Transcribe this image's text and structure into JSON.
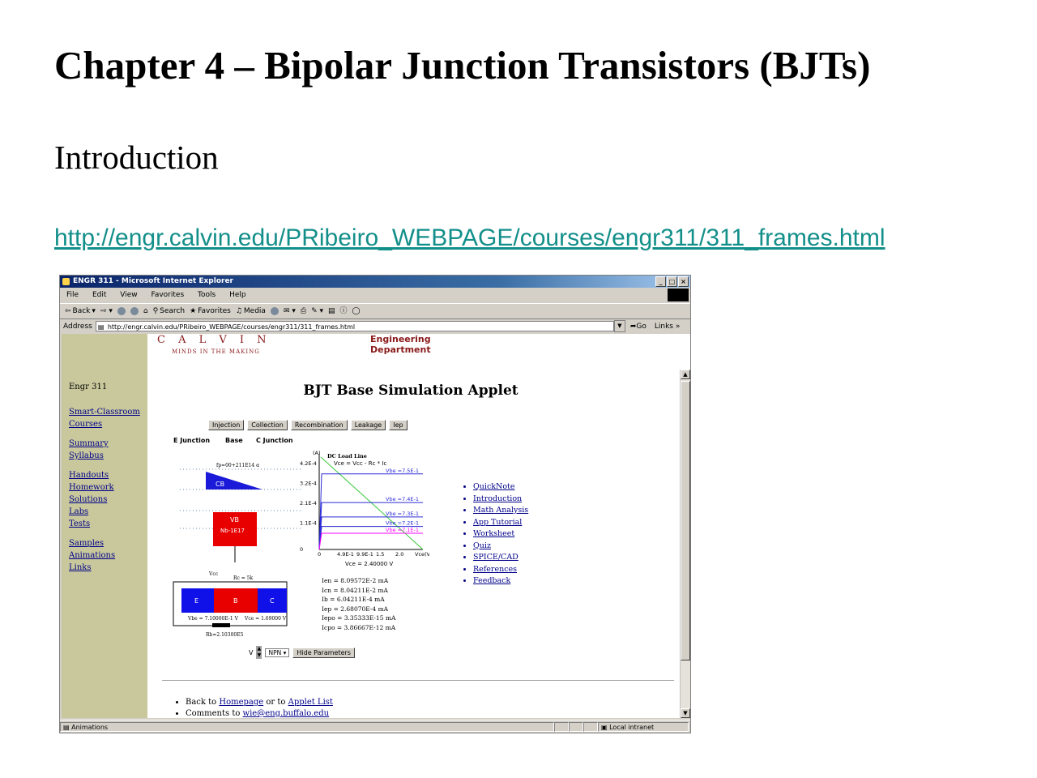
{
  "slide": {
    "title": "Chapter 4 – Bipolar Junction Transistors  (BJTs)",
    "subtitle": "Introduction",
    "link": "http://engr.calvin.edu/PRibeiro_WEBPAGE/courses/engr311/311_frames.html"
  },
  "browser": {
    "window_title": "ENGR 311 - Microsoft Internet Explorer",
    "window_buttons": [
      "_",
      "□",
      "×"
    ],
    "menu": [
      "File",
      "Edit",
      "View",
      "Favorites",
      "Tools",
      "Help"
    ],
    "toolbar": [
      "Back",
      "Search",
      "Favorites",
      "Media"
    ],
    "address_label": "Address",
    "address": "http://engr.calvin.edu/PRibeiro_WEBPAGE/courses/engr311/311_frames.html",
    "go_label": "Go",
    "links_label": "Links",
    "status_text": "Animations",
    "status_zone": "Local intranet"
  },
  "sidebar": {
    "heading": "Engr 311",
    "items": [
      "Smart-Classroom",
      "Courses",
      "Summary",
      "Syllabus",
      "Handouts",
      "Homework",
      "Solutions",
      "Labs",
      "Tests",
      "Samples",
      "Animations",
      "Links"
    ]
  },
  "page": {
    "logo": "C A L V I N",
    "logo_tagline": "MINDS IN THE MAKING",
    "department_line1": "Engineering",
    "department_line2": "Department",
    "applet_title": "BJT Base Simulation Applet",
    "applet_buttons": [
      "Injection",
      "Collection",
      "Recombination",
      "Leakage",
      "Iep"
    ],
    "junction_labels": [
      "E Junction",
      "Base",
      "C Junction"
    ],
    "right_links": [
      "QuickNote",
      "Introduction",
      "Math Analysis",
      "App Tutorial",
      "Worksheet",
      "Quiz",
      "SPICE/CAD",
      "References",
      "Feedback"
    ],
    "parameters": [
      "Ien = 8.09572E-2 mA",
      "Icn = 8.04211E-2 mA",
      "Ib = 6.04211E-4 mA",
      "Iep = 2.68070E-4 mA",
      "Iepo = 3.35333E-15 mA",
      "Icpo = 3.86667E-12 mA"
    ],
    "mode_label": "V",
    "type_select": "NPN",
    "hide_button": "Hide Parameters",
    "footer": [
      {
        "text": "Back to ",
        "link1": "Homepage",
        "mid": " or to ",
        "link2": "Applet List"
      },
      {
        "text": "Comments to ",
        "link1": "wie@eng.buffalo.edu",
        "mid": "",
        "link2": ""
      }
    ]
  },
  "device": {
    "base_label": "VB",
    "doping": "Nb-1E17",
    "cb_label": "CB",
    "circuit_e": "E",
    "circuit_b": "B",
    "circuit_c": "C",
    "vcc": "Vcc",
    "rc": "Rc = 5k",
    "vbe": "Vbe = 7.10000E-1 V",
    "vce": "Vce = 1.69000 V",
    "rb": "Rb=2.10300E5",
    "fp": "fp=00+211E14 α"
  },
  "chart_data": {
    "type": "line",
    "title": "DC Load Line",
    "load_line_eq": "Vce = Vcc - Rc * Ic",
    "xlabel": "Vce = 2.40000 V",
    "ylabel": "(A)",
    "x_ticks": [
      "0",
      "4.9E-1",
      "9.9E-1",
      "1.5",
      "2.0",
      "Vce(V)"
    ],
    "y_ticks": [
      "0",
      "1.1E-4",
      "2.1E-4",
      "3.2E-4",
      "4.2E-4"
    ],
    "series": [
      {
        "name": "Vbe =7.5E-1",
        "level": 0.79
      },
      {
        "name": "Vbe =7.4E-1",
        "level": 0.49
      },
      {
        "name": "Vbe =7.3E-1",
        "level": 0.34
      },
      {
        "name": "Vbe =7.2E-1",
        "level": 0.24
      },
      {
        "name": "Vbe =7.1E-1",
        "level": 0.17
      }
    ],
    "colors": {
      "curves": "#2b2bd8",
      "load_line": "#38c838",
      "highlight": "#ff00ff"
    }
  }
}
